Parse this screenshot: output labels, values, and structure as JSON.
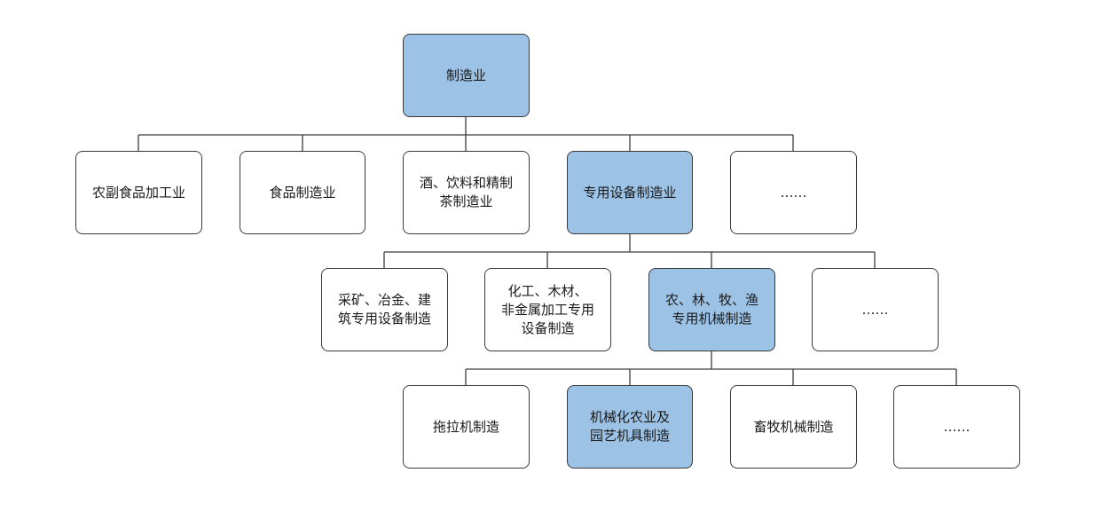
{
  "colors": {
    "highlight": "#9cc2e5",
    "node_fill": "#ffffff",
    "border": "#3a3a3a",
    "text": "#1a1a1a"
  },
  "root": {
    "label": "制造业",
    "highlighted": true
  },
  "level1": [
    {
      "label": "农副食品加工业",
      "highlighted": false
    },
    {
      "label": "食品制造业",
      "highlighted": false
    },
    {
      "label": "酒、饮料和精制\n茶制造业",
      "highlighted": false
    },
    {
      "label": "专用设备制造业",
      "highlighted": true
    },
    {
      "label": "……",
      "highlighted": false
    }
  ],
  "level2": [
    {
      "label": "采矿、冶金、建\n筑专用设备制造",
      "highlighted": false
    },
    {
      "label": "化工、木材、\n非金属加工专用\n设备制造",
      "highlighted": false
    },
    {
      "label": "农、林、牧、渔\n专用机械制造",
      "highlighted": true
    },
    {
      "label": "……",
      "highlighted": false
    }
  ],
  "level3": [
    {
      "label": "拖拉机制造",
      "highlighted": false
    },
    {
      "label": "机械化农业及\n园艺机具制造",
      "highlighted": true
    },
    {
      "label": "畜牧机械制造",
      "highlighted": false
    },
    {
      "label": "……",
      "highlighted": false
    }
  ]
}
